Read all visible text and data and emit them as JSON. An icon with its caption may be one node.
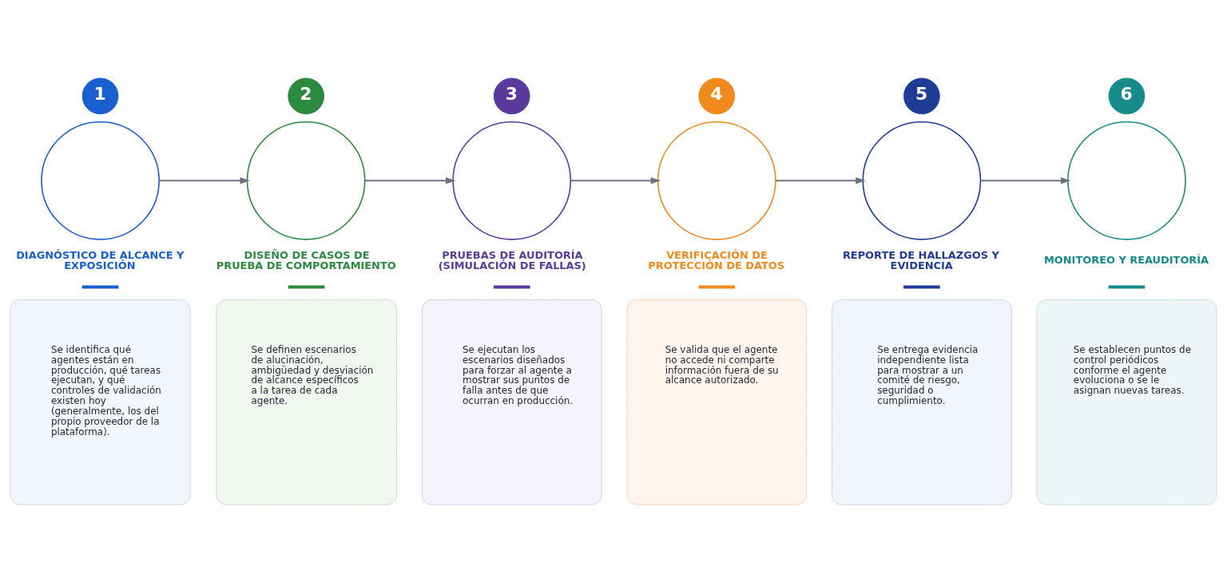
{
  "diagram": {
    "nodes": [
      {
        "text": [
          "1"
        ]
      },
      {
        "text": [],
        "shape": "circle"
      },
      {
        "text": [
          "DIAGNÓSTICO DE ALCANCE Y EXPOSICIÓN",
          "Se identifica qué agentes están en producción, qué tareas ejecutan, y qué controles de validación existen hoy (generalmente, los del propio proveedor de la plataforma)."
        ]
      },
      {
        "text": [
          "2"
        ]
      },
      {
        "text": [],
        "shape": "circle"
      },
      {
        "text": [
          "DISEÑO DE CASOS DE PRUEBA DE COMPORTAMIENTO",
          "Se definen escenarios de alucinación, ambigüedad y desviación de alcance específicos a la tarea de cada agente."
        ]
      },
      {
        "text": [
          "3"
        ]
      },
      {
        "text": [],
        "shape": "circle"
      },
      {
        "text": [
          "PRUEBAS DE AUDITORÍA (SIMULACIÓN DE FALLAS)",
          "Se ejecutan los escenarios diseñados para forzar al agente a mostrar sus puntos de falla antes de que ocurran en producción."
        ]
      },
      {
        "text": [
          "4"
        ]
      },
      {
        "text": [],
        "shape": "circle"
      },
      {
        "text": [
          "VERIFICACIÓN DE PROTECCIÓN DE DATOS",
          "Se valida que el agente no accede ni comparte información fuera de su alcance autorizado."
        ]
      },
      {
        "text": [
          "5"
        ]
      },
      {
        "text": [],
        "shape": "circle"
      },
      {
        "text": [
          "REPORTE DE HALLAZGOS Y EVIDENCIA",
          "Se entrega evidencia independiente lista para mostrar a un comité de riesgo, seguridad o cumplimiento."
        ]
      },
      {
        "text": [
          "6"
        ]
      },
      {
        "text": [],
        "shape": "circle"
      },
      {
        "text": [
          "MONITOREO Y REAUDITORÍA",
          "Se establecen puntos de control periódicos conforme el agente evoluciona o se le asignan nuevas tareas."
        ]
      }
    ],
    "edges": [
      {
        "from": 1,
        "to": 4,
        "arrow": "to"
      },
      {
        "from": 4,
        "to": 7,
        "arrow": "to"
      },
      {
        "from": 7,
        "to": 10,
        "arrow": "to"
      },
      {
        "from": 10,
        "to": 13,
        "arrow": "to"
      },
      {
        "from": 13,
        "to": 16,
        "arrow": "to"
      }
    ]
  }
}
